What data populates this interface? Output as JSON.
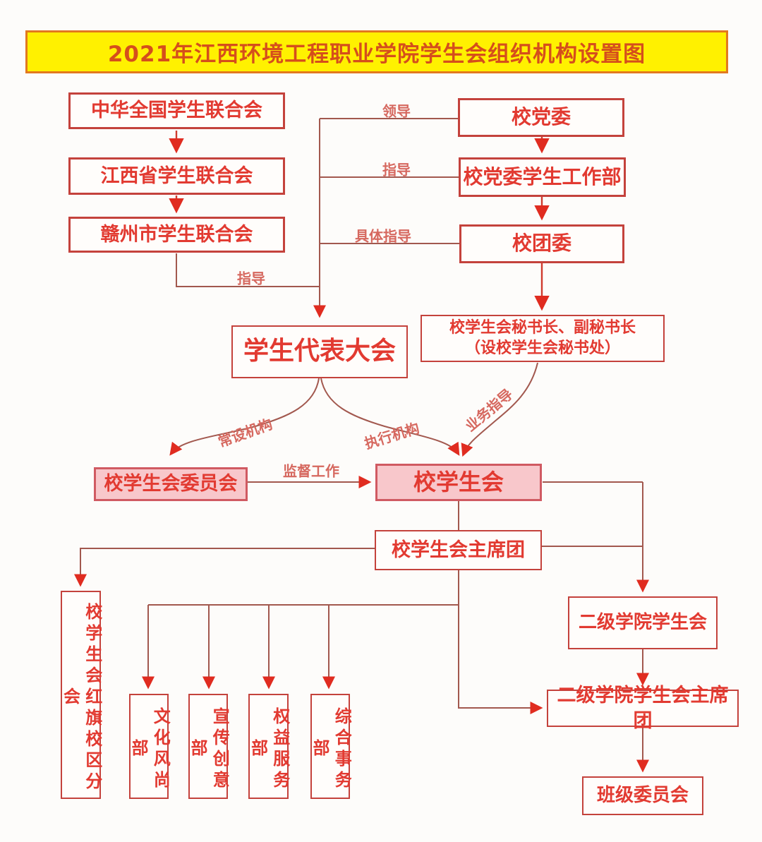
{
  "title": "2021年江西环境工程职业学院学生会组织机构设置图",
  "nodes": {
    "national_federation": "中华全国学生联合会",
    "provincial_federation": "江西省学生联合会",
    "city_federation": "赣州市学生联合会",
    "party_committee": "校党委",
    "party_student_work_dept": "校党委学生工作部",
    "youth_league_committee": "校团委",
    "student_congress": "学生代表大会",
    "secretary_line1": "校学生会秘书长、副秘书长",
    "secretary_line2": "（设校学生会秘书处）",
    "union_committee": "校学生会委员会",
    "student_union": "校学生会",
    "union_presidium": "校学生会主席团",
    "hongqi_campus_branch": "校学生会红旗校区分会",
    "dept_culture": "文化风尚部",
    "dept_publicity": "宣传创意部",
    "dept_rights": "权益服务部",
    "dept_general_affairs": "综合事务部",
    "secondary_college_union": "二级学院学生会",
    "secondary_college_presidium": "二级学院学生会主席团",
    "class_committee": "班级委员会"
  },
  "edge_labels": {
    "lead": "领导",
    "guide_right": "指导",
    "specific_guidance": "具体指导",
    "guide_left": "指导",
    "standing_body": "常设机构",
    "executive_body": "执行机构",
    "business_guidance": "业务指导",
    "supervise_work": "监督工作"
  },
  "colors": {
    "banner_background": "#fff100",
    "banner_border": "#e2791f",
    "title_text": "#d54e1c",
    "box_border": "#c4423c",
    "box_text": "#e23a31",
    "pink_fill": "#f8c7cb",
    "line": "#a2584e",
    "arrowhead": "#e02c20"
  }
}
